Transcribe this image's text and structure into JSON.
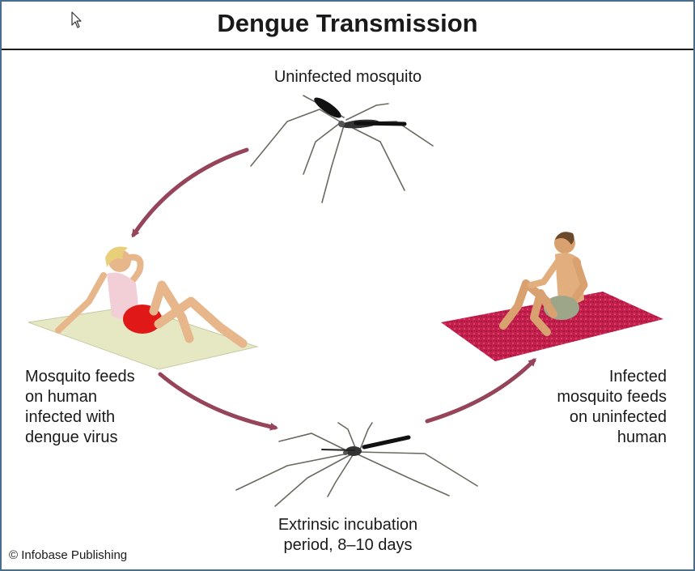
{
  "title": "Dengue Transmission",
  "labels": {
    "top": [
      "Uninfected mosquito"
    ],
    "left": [
      "Mosquito feeds",
      "on human",
      "infected with",
      "dengue virus"
    ],
    "bottom": [
      "Extrinsic incubation",
      "period, 8–10 days"
    ],
    "right": [
      "Infected",
      "mosquito feeds",
      "on uninfected",
      "human"
    ]
  },
  "credit": "© Infobase Publishing",
  "colors": {
    "arrow": "#8b3048",
    "left_mat": "#e6e8c4",
    "right_mat": "#c4204e",
    "female_shorts": "#e01818",
    "skin": "#e7b68a",
    "frame": "#4a6f8c"
  },
  "icons": [
    "mouse-cursor-icon",
    "mosquito-icon",
    "human-figure-icon",
    "arrow-icon"
  ]
}
